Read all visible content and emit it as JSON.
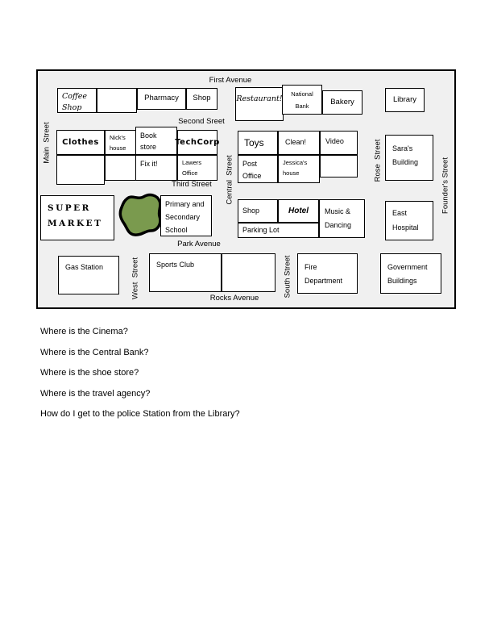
{
  "map": {
    "avenues": {
      "first": "First Avenue",
      "second": "Second Sreet",
      "third": "Third Street",
      "park": "Park Avenue",
      "rocks": "Rocks Avenue"
    },
    "streets": {
      "main": "Main  Street",
      "central": "Central  Street",
      "west": "West  Street",
      "south": "South Street",
      "rose": "Rose  Street",
      "founders": "Founder's Street"
    },
    "buildings": {
      "coffee_shop": "Coffee\nShop",
      "pharmacy": "Pharmacy",
      "shop_first_ave": "Shop",
      "restaurant": "Restaurant!",
      "national_bank": "National\nBank",
      "bakery": "Bakery",
      "library": "Library",
      "clothes": "Clothes",
      "nicks_house": "Nick's\nhouse",
      "book_store": "Book\nstore",
      "techcorp": "TechCorp",
      "fix_it": "Fix it!",
      "lawers_office": "Lawers\nOffice",
      "toys": "Toys",
      "clean": "Clean!",
      "video": "Video",
      "post_office": "Post\nOffice",
      "jessicas_house": "Jessica's\nhouse",
      "saras_building": "Sara's\nBuilding",
      "super_market": "SUPER\nMARKET",
      "school": "Primary and\nSecondary\nSchool",
      "shop_third_st": "Shop",
      "hotel": "Hotel",
      "music_dancing": "Music &\nDancing",
      "parking_lot": "Parking Lot",
      "east_hospital": "East\nHospital",
      "gas_station": "Gas Station",
      "sports_club": "Sports Club",
      "fire_department": "Fire\nDepartment",
      "government_buildings": "Government\nBuildings"
    },
    "park_shape": "green-park-area"
  },
  "questions": [
    "Where is the Cinema?",
    "Where is the Central Bank?",
    "Where is the shoe store?",
    "Where is the travel agency?",
    "How do I get to the police Station from the Library?"
  ],
  "colors": {
    "map_bg": "#f0f0f0",
    "building_bg": "#ffffff",
    "border": "#000000",
    "park_green": "#7a9a4e"
  }
}
